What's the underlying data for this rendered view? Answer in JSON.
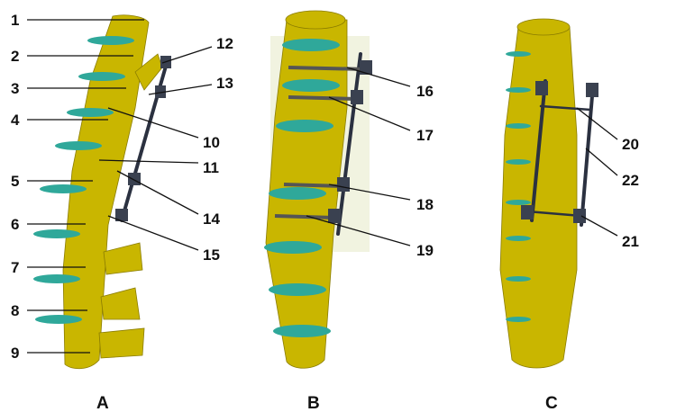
{
  "panels": {
    "a": "A",
    "b": "B",
    "c": "C"
  },
  "labels_a_left": [
    "1",
    "2",
    "3",
    "4",
    "5",
    "6",
    "7",
    "8",
    "9"
  ],
  "labels_a_right": [
    "12",
    "13",
    "10",
    "11",
    "14",
    "15"
  ],
  "labels_b": [
    "16",
    "17",
    "18",
    "19"
  ],
  "labels_c": [
    "20",
    "22",
    "21"
  ],
  "colors": {
    "bone": "#c9b600",
    "disc": "#2fa89a",
    "implant": "#2b3140"
  }
}
